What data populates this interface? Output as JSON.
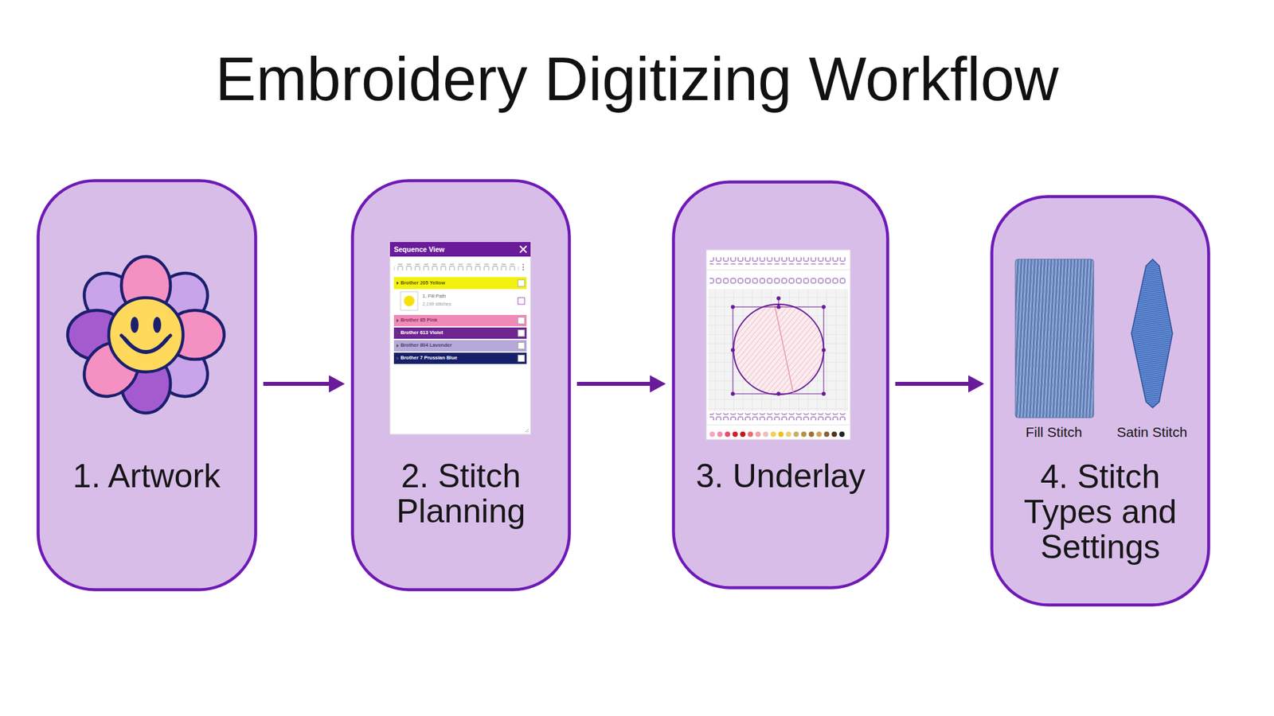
{
  "diagram": {
    "title": "Embroidery Digitizing Workflow",
    "nodes": [
      {
        "text": [
          "1. Artwork"
        ]
      },
      {
        "text": [
          "2. Stitch Planning"
        ]
      },
      {
        "text": [
          "3. Underlay"
        ]
      },
      {
        "text": [
          "Fill Stitch",
          "Satin Stitch",
          "4. Stitch Types and Settings"
        ]
      }
    ],
    "edges": [
      {
        "from": 0,
        "to": 1,
        "arrow": "to"
      },
      {
        "from": 1,
        "to": 2,
        "arrow": "to"
      },
      {
        "from": 2,
        "to": 3,
        "arrow": "to"
      }
    ],
    "labels": [
      "Sequence View",
      "Brother 205 Yellow",
      "1. Fill Path",
      "2,199 stitches",
      "Brother 85 Pink",
      "Brother 613 Violet",
      "Brother 804 Lavender",
      "Brother 7 Prussian Blue"
    ]
  }
}
